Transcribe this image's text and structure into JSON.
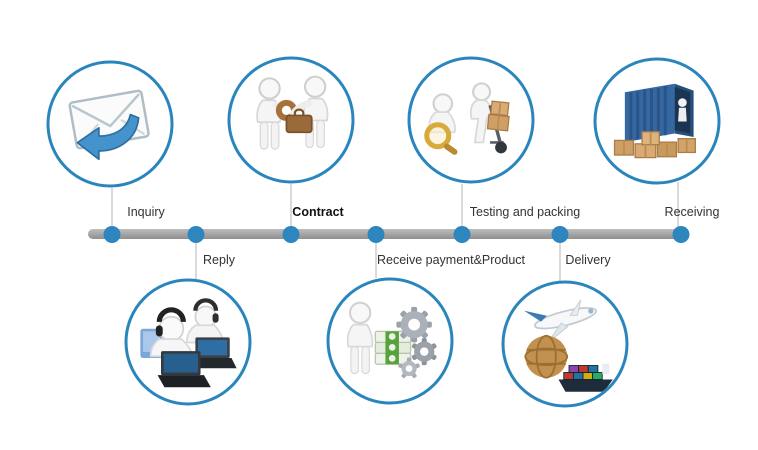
{
  "steps": [
    {
      "label": "Inquiry",
      "side": "above",
      "icon": "envelope-reply-icon"
    },
    {
      "label": "Reply",
      "side": "below",
      "icon": "customer-support-icon"
    },
    {
      "label": "Contract",
      "side": "above",
      "icon": "handshake-deal-icon"
    },
    {
      "label": "Receive payment&Product",
      "side": "below",
      "icon": "payment-production-icon"
    },
    {
      "label": "Testing and packing",
      "side": "above",
      "icon": "inspection-packing-icon"
    },
    {
      "label": "Delivery",
      "side": "below",
      "icon": "shipping-transport-icon"
    },
    {
      "label": "Receiving",
      "side": "above",
      "icon": "container-unloading-icon"
    }
  ],
  "colors": {
    "accent_blue": "#2a85bd",
    "timeline_gray": "#a0a0a0",
    "box_tan": "#cfa066",
    "money_green": "#58a23c",
    "magnifier_gold": "#d9a93c"
  }
}
